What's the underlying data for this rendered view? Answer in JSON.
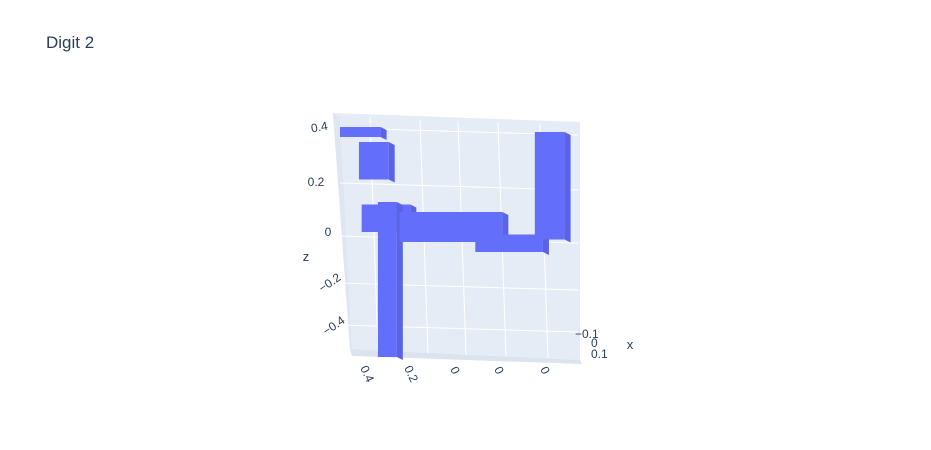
{
  "title": "Digit 2",
  "chart_data": {
    "type": "scatter",
    "mode": "3d-voxel",
    "title": "Digit 2",
    "marker_color": "#636efa",
    "scene_background": "#e5ecf6",
    "grid": true,
    "axes": {
      "x": {
        "title": "x",
        "ticks": [
          "−0.1",
          "0",
          "0.1"
        ]
      },
      "y": {
        "title": "",
        "ticks": [
          "0.4",
          "0.2",
          "0",
          "0",
          "0"
        ]
      },
      "z": {
        "title": "z",
        "ticks": [
          "0.4",
          "0.2",
          "0",
          "−0.2",
          "−0.4"
        ]
      }
    },
    "blocks": [
      {
        "y": [
          0.4,
          0.25
        ],
        "z": [
          0.38,
          0.42
        ]
      },
      {
        "y": [
          0.33,
          0.22
        ],
        "z": [
          0.21,
          0.36
        ]
      },
      {
        "y": [
          0.32,
          0.14
        ],
        "z": [
          0.0,
          0.11
        ]
      },
      {
        "y": [
          0.26,
          0.19
        ],
        "z": [
          -0.5,
          0.12
        ]
      },
      {
        "y": [
          0.18,
          -0.2
        ],
        "z": [
          -0.04,
          0.08
        ]
      },
      {
        "y": [
          -0.1,
          -0.35
        ],
        "z": [
          -0.08,
          -0.01
        ]
      },
      {
        "y": [
          -0.32,
          -0.43
        ],
        "z": [
          -0.03,
          0.4
        ]
      }
    ]
  }
}
